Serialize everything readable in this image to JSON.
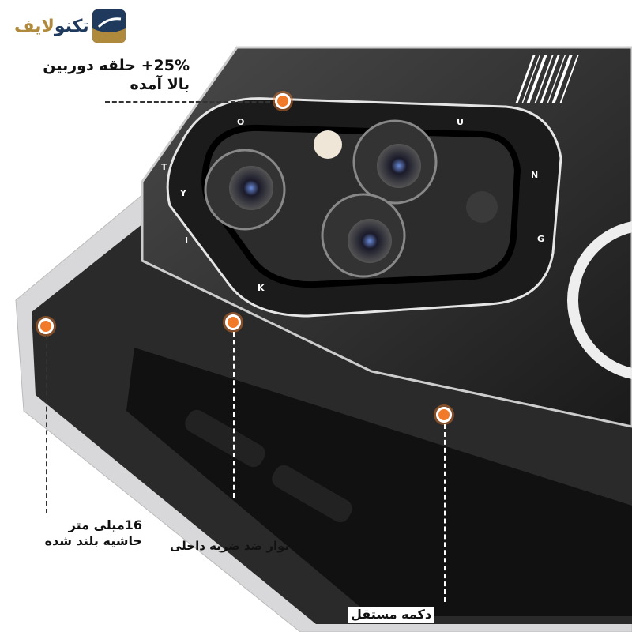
{
  "brand": {
    "logo_text_part1": "تکنو",
    "logo_text_part2": "لایف",
    "colors": {
      "navy": "#1f3a5c",
      "gold": "#b08a3c"
    }
  },
  "callouts": [
    {
      "line1": "25%+ حلقه دوربین",
      "line2": "بالا آمده"
    },
    {
      "line1": "16میلی متر",
      "line2": "حاشیه بلند شده"
    },
    {
      "line1": "نوار ضد ضربه داخلی"
    },
    {
      "line1": "دکمه مستقل"
    }
  ],
  "camera_ring_letters": [
    "Y",
    "O",
    "U",
    "N",
    "G",
    "K",
    "I",
    "T"
  ],
  "accent_color": "#f07a2a"
}
